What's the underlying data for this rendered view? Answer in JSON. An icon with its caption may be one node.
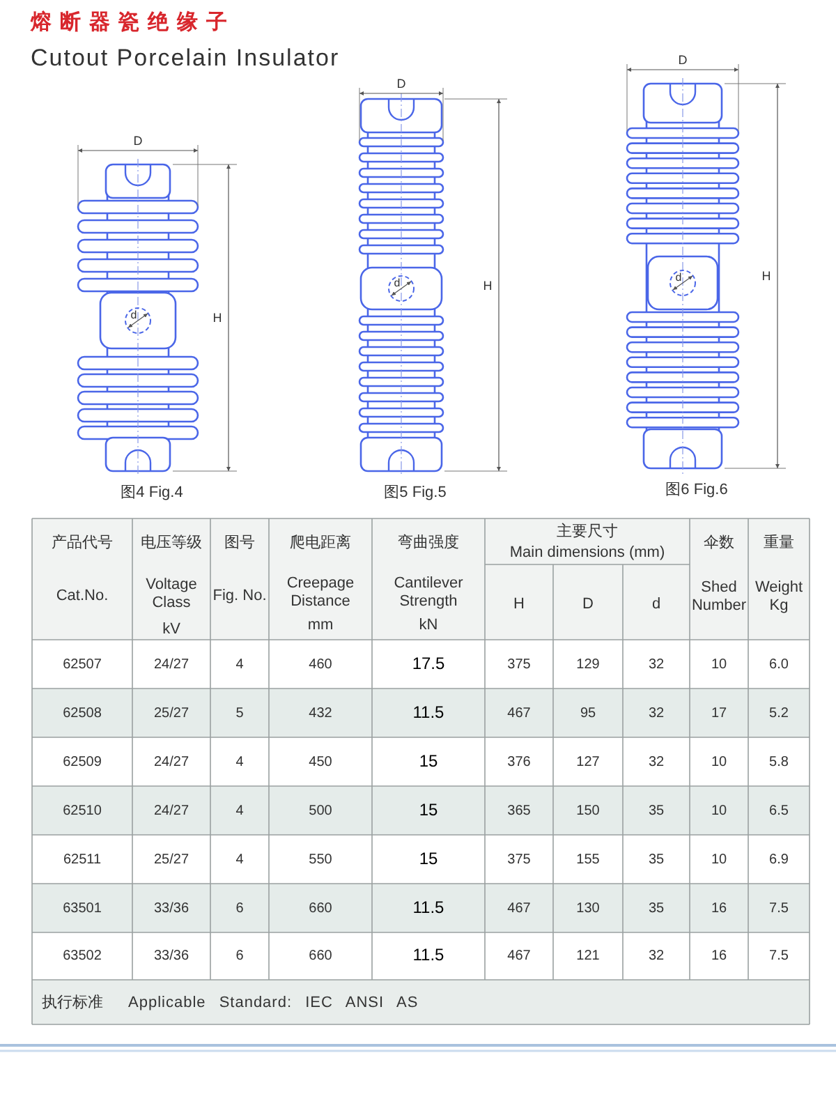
{
  "diagram": {
    "title": "熔断器瓷绝缘子",
    "labels": [
      "Cutout Porcelain Insulator",
      "D",
      "d",
      "H",
      "图4 Fig.4",
      "D",
      "d",
      "H",
      "图5 Fig.5",
      "D",
      "d",
      "H",
      "图6 Fig.6",
      "产品代号",
      "电压等级",
      "图号",
      "爬电距离",
      "弯曲强度",
      "主要尺寸",
      "Main dimensions (mm)",
      "伞数",
      "重量",
      "Cat.No.",
      "Voltage Class",
      "kV",
      "Fig. No.",
      "Creepage Distance",
      "mm",
      "Cantilever Strength",
      "kN",
      "H",
      "D",
      "d",
      "Shed Number",
      "Weight Kg",
      "62507",
      "24/27",
      "4",
      "460",
      "17.5",
      "375",
      "129",
      "32",
      "10",
      "6.0",
      "62508",
      "25/27",
      "5",
      "432",
      "11.5",
      "467",
      "95",
      "32",
      "17",
      "5.2",
      "62509",
      "24/27",
      "4",
      "450",
      "15",
      "376",
      "127",
      "32",
      "10",
      "5.8",
      "62510",
      "24/27",
      "4",
      "500",
      "15",
      "365",
      "150",
      "35",
      "10",
      "6.5",
      "62511",
      "25/27",
      "4",
      "550",
      "15",
      "375",
      "155",
      "35",
      "10",
      "6.9",
      "63501",
      "33/36",
      "6",
      "660",
      "11.5",
      "467",
      "130",
      "35",
      "16",
      "7.5",
      "63502",
      "33/36",
      "6",
      "660",
      "11.5",
      "467",
      "121",
      "32",
      "16",
      "7.5",
      "执行标准",
      "Applicable Standard: IEC ANSI AS"
    ]
  }
}
